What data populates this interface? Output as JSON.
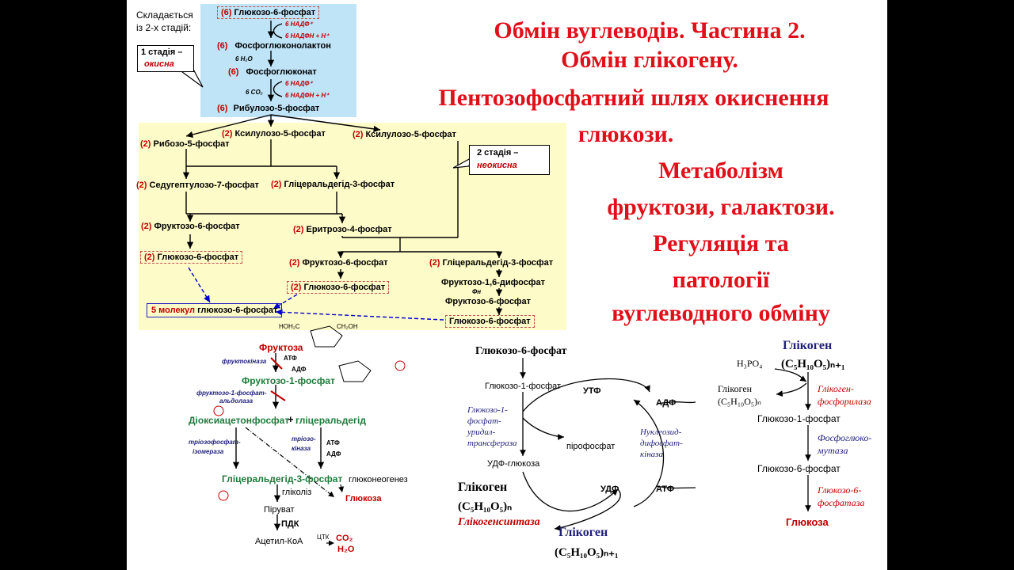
{
  "title": {
    "line1": "Обмін вуглеводів. Частина 2.",
    "line2": "Обмін глікогену.",
    "line3": "Пентозофосфатний шлях окиснення",
    "line4": "глюкози.",
    "line5": "Метаболізм",
    "line6": "фруктози, галактози.",
    "line7": "Регуляція та",
    "line8": "патології",
    "line9": "вуглеводного обміну"
  },
  "ppp": {
    "intro": [
      "Складається",
      "із 2-х стадій:"
    ],
    "stage1": [
      "1 стадія –",
      "окисна"
    ],
    "stage2": [
      "2 стадія –",
      "неокисна"
    ],
    "n6": "(6)",
    "n2": "(2)",
    "g6p": "Глюкозо-6-фосфат",
    "nadp1": "6 НАДФ⁺",
    "nadph1": "6 НАДФН + Н⁺",
    "phosphogluconolactone": "Фосфоглюконолактон",
    "h2o": "6 H₂O",
    "phosphogluconate": "Фосфоглюконат",
    "co2": "6 CO₂",
    "nadp2": "6 НАДФ⁺",
    "nadph2": "6 НАДФН + Н⁺",
    "ribulose5p": "Рибулозо-5-фосфат",
    "xylulose5p_a": "Ксилулозо-5-фосфат",
    "xylulose5p_b": "Ксилулозо-5-фосфат",
    "ribose5p": "Рибозо-5-фосфат",
    "sedoheptulose7p": "Седугептулозо-7-фосфат",
    "glyceraldehyde3p_a": "Гліцеральдегід-3-фосфат",
    "fructose6p_a": "Фруктозо-6-фосфат",
    "erythrose4p": "Еритрозо-4-фосфат",
    "g6p_a": "Глюкозо-6-фосфат",
    "fructose6p_b": "Фруктозо-6-фосфат",
    "glyceraldehyde3p_b": "Гліцеральдегід-3-фосфат",
    "g6p_b": "Глюкозо-6-фосфат",
    "fructose16dp": "Фруктозо-1,6-дифосфат",
    "fn": "Фн",
    "fructose6p_c": "Фруктозо-6-фосфат",
    "g6p_c": "Глюкозо-6-фосфат",
    "five_mol_prefix": "5 молекул",
    "five_mol_name": "глюкозо-6-фосфат"
  },
  "fructose": {
    "hoh2c": "HOH₂C",
    "ch2oh": "CH₂OH",
    "fructose": "Фруктоза",
    "fructokinase": "фруктокіназа",
    "atp": "АТФ",
    "adp": "АДФ",
    "f1p": "Фруктозо-1-фосфат",
    "aldolase_1": "фруктозо-1-фосфат-",
    "aldolase_2": "альдолаза",
    "dhap": "Діоксиацетонфосфат",
    "plus": "+",
    "glyceraldehyde": "гліцеральдегід",
    "tim_1": "тріозофосфат-",
    "tim_2": "ізомераза",
    "triokinase_1": "тріозо-",
    "triokinase_2": "кіназа",
    "atp2": "АТФ",
    "adp2": "АДФ",
    "ga3p": "Гліцеральдегід-3-фосфат",
    "gluconeogenesis": "глюконеогенез",
    "glycolysis": "гліколіз",
    "glucose": "Глюкоза",
    "pyruvate": "Піруват",
    "pdk": "ПДК",
    "acetylcoa": "Ацетил-КоА",
    "tca": "ЦТК",
    "co2": "CO₂",
    "h2o": "H₂O"
  },
  "glycogenesis": {
    "g6p": "Глюкозо-6-фосфат",
    "g1p": "Глюкозо-1-фосфат",
    "utp": "УТФ",
    "adp": "АДФ",
    "enzyme1": [
      "Глюкозо-1-",
      "фосфат-",
      "уридил-",
      "трансфераза"
    ],
    "pyrophosphate": "пірофосфат",
    "enzyme2": [
      "Нуклеозид-",
      "дифосфат-",
      "кіназа"
    ],
    "udpglucose": "УДФ-глюкоза",
    "glycogen": "Глікоген",
    "formula_n": "(C₅H₁₀O₅)ₙ",
    "synthase": "Глікогенсинтаза",
    "udp": "УДФ",
    "atp": "АТФ",
    "glycogen_out": "Глікоген",
    "formula_n1": "(C₅H₁₀O₅)ₙ₊₁"
  },
  "glycogenolysis": {
    "glycogen": "Глікоген",
    "formula_n1": "(C₅H₁₀O₅)ₙ₊₁",
    "h3po4": "H₃PO₄",
    "glycogen_n": "Глікоген",
    "formula_n": "(C₅H₁₀O₅)ₙ",
    "phosphorylase": [
      "Глікоген-",
      "фосфорилаза"
    ],
    "g1p": "Глюкозо-1-фосфат",
    "mutase": [
      "Фосфоглюко-",
      "мутаза"
    ],
    "g6p": "Глюкозо-6-фосфат",
    "phosphatase": [
      "Глюкозо-6-",
      "фосфатаза"
    ],
    "glucose": "Глюкоза"
  },
  "colors": {
    "title": "#e0101a",
    "number": "#c00000",
    "enzyme_navy": "#1f1f7a",
    "intermediate_green": "#1e7a3a",
    "stage1_bg": "#bfe4f8",
    "stage2_bg": "#fdfbc8",
    "arrow_blue": "#0000cc"
  }
}
